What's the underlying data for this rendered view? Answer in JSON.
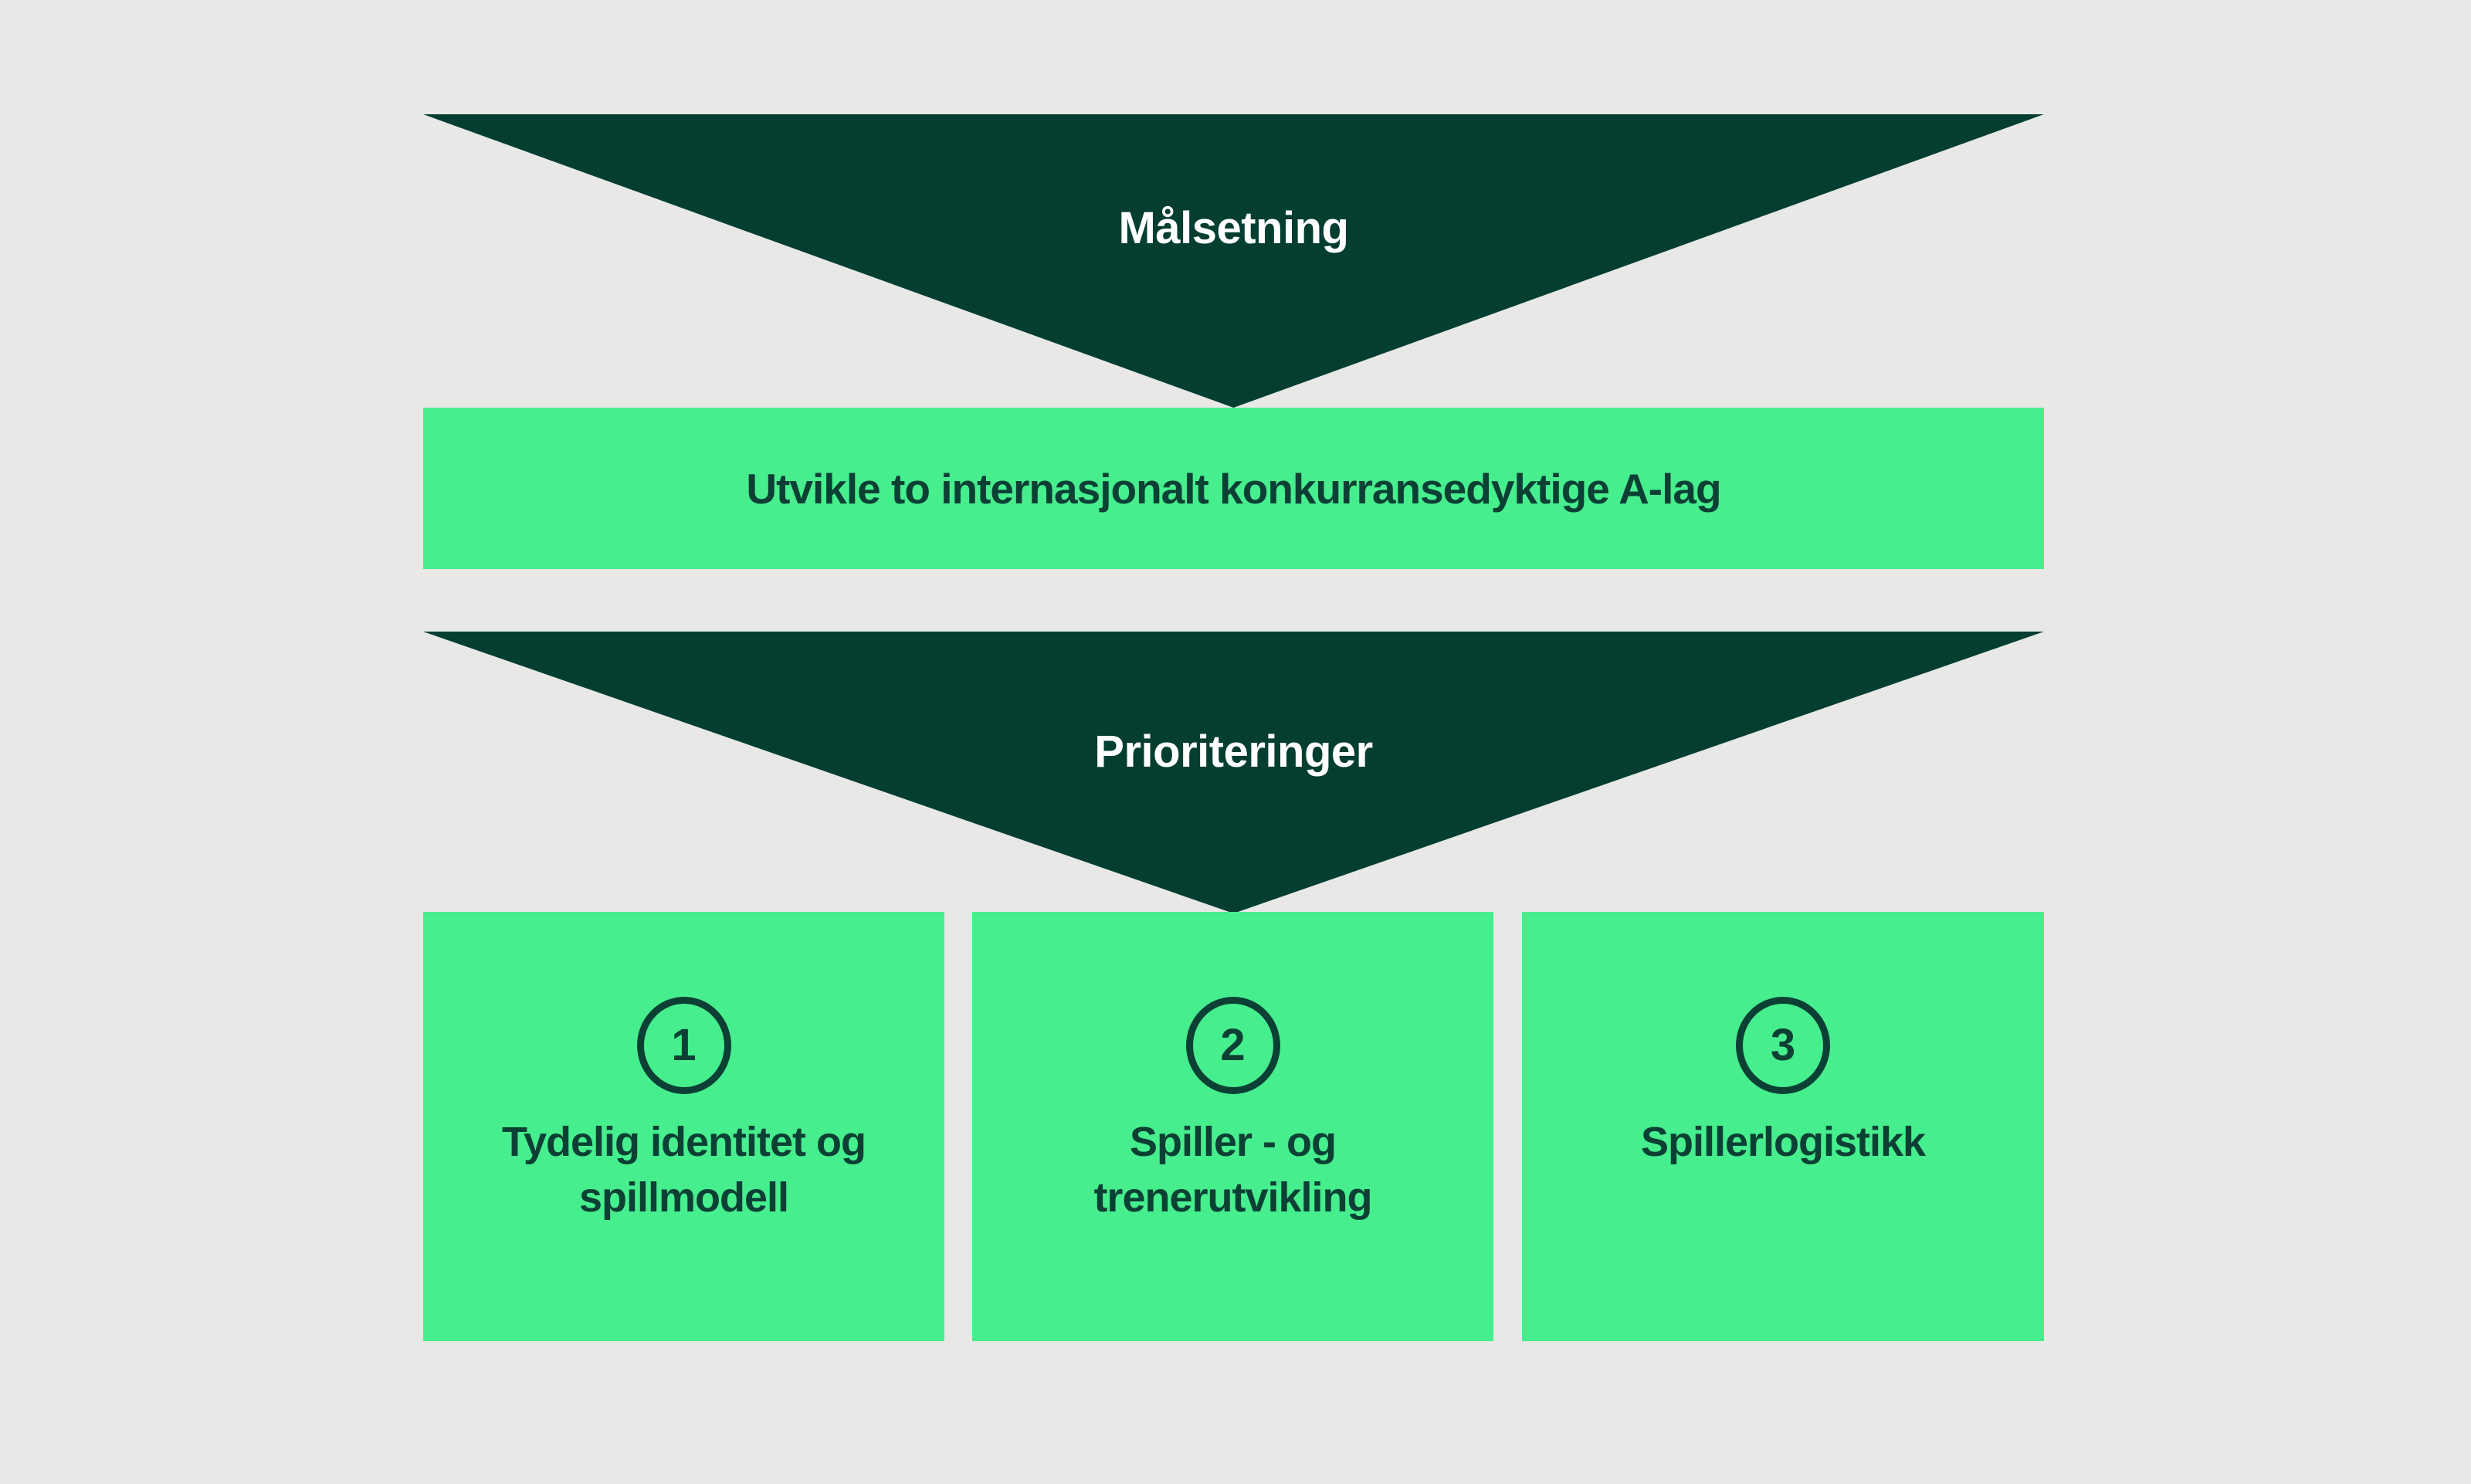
{
  "colors": {
    "background": "#e8e8e7",
    "dark_green": "#033e31",
    "bright_green": "#46ee8e",
    "text_dark": "#0c4034",
    "text_light": "#ffffff"
  },
  "funnel": {
    "step1": {
      "label": "Målsetning"
    },
    "goal": {
      "label": "Utvikle to internasjonalt konkurransedyktige A-lag"
    },
    "step2": {
      "label": "Prioriteringer"
    },
    "priorities": [
      {
        "number": "1",
        "label": "Tydelig identitet og\nspillmodell"
      },
      {
        "number": "2",
        "label": "Spiller - og\ntrenerutvikling"
      },
      {
        "number": "3",
        "label": "Spillerlogistikk"
      }
    ]
  }
}
